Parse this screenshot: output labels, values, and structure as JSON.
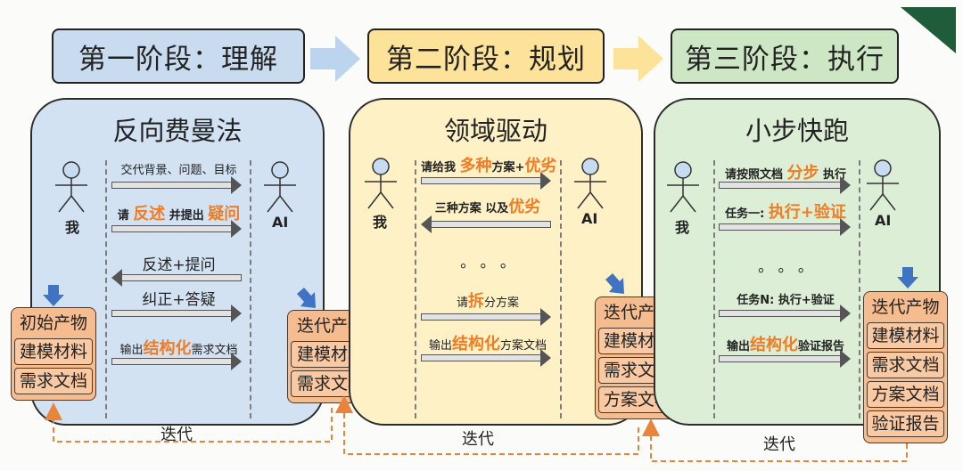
{
  "stages": [
    {
      "label": "第一阶段：理解",
      "color": "#c9dcef"
    },
    {
      "label": "第二阶段：规划",
      "color": "#fde39a"
    },
    {
      "label": "第三阶段：执行",
      "color": "#cde7c4"
    }
  ],
  "panels": [
    {
      "title": "反向费曼法",
      "me": "我",
      "ai": "AI",
      "messages": [
        {
          "text": "交代背景、问题、目标"
        },
        {
          "pre": "请 ",
          "hl1": "反述",
          "mid": " 并提出 ",
          "hl2": "疑问"
        },
        {
          "text": "反述+提问"
        },
        {
          "text": "纠正+答疑"
        },
        {
          "pre": "输出",
          "hl1": "结构化",
          "post": "需求文档"
        }
      ],
      "artifacts_in": {
        "title": "初始产物",
        "items": [
          "建模材料",
          "需求文档"
        ]
      },
      "artifacts_out": {
        "title": "迭代产物",
        "items": [
          "建模材料",
          "需求文档"
        ]
      }
    },
    {
      "title": "领域驱动",
      "me": "我",
      "ai": "AI",
      "messages": [
        {
          "pre": "请给我 ",
          "hl1": "多种",
          "mid": "方案+",
          "hl2": "优劣"
        },
        {
          "pre": "三种方案 以及",
          "hl1": "优劣"
        },
        {
          "text": "。 。 。"
        },
        {
          "pre": "请",
          "hl1": "拆",
          "post": "分方案"
        },
        {
          "pre": "输出",
          "hl1": "结构化",
          "post": "方案文档"
        }
      ],
      "artifacts_out": {
        "title": "迭代产物",
        "items": [
          "建模材料",
          "需求文档",
          "方案文档"
        ]
      }
    },
    {
      "title": "小步快跑",
      "me": "我",
      "ai": "AI",
      "messages": [
        {
          "pre": "请按照文档 ",
          "hl1": "分步",
          "post": " 执行"
        },
        {
          "pre": "任务一: ",
          "hl1": "执行+验证"
        },
        {
          "text": "。 。 。"
        },
        {
          "text": "任务N: 执行+验证"
        },
        {
          "pre": "输出",
          "hl1": "结构化",
          "post": "验证报告"
        }
      ],
      "artifacts_out": {
        "title": "迭代产物",
        "items": [
          "建模材料",
          "需求文档",
          "方案文档",
          "验证报告"
        ]
      }
    }
  ],
  "iteration_label": "迭代",
  "colors": {
    "highlight": "#ee7d25",
    "blue_arrow": "#3f73c3",
    "artifact": "#f5bd8f",
    "loop": "#e8853a"
  }
}
